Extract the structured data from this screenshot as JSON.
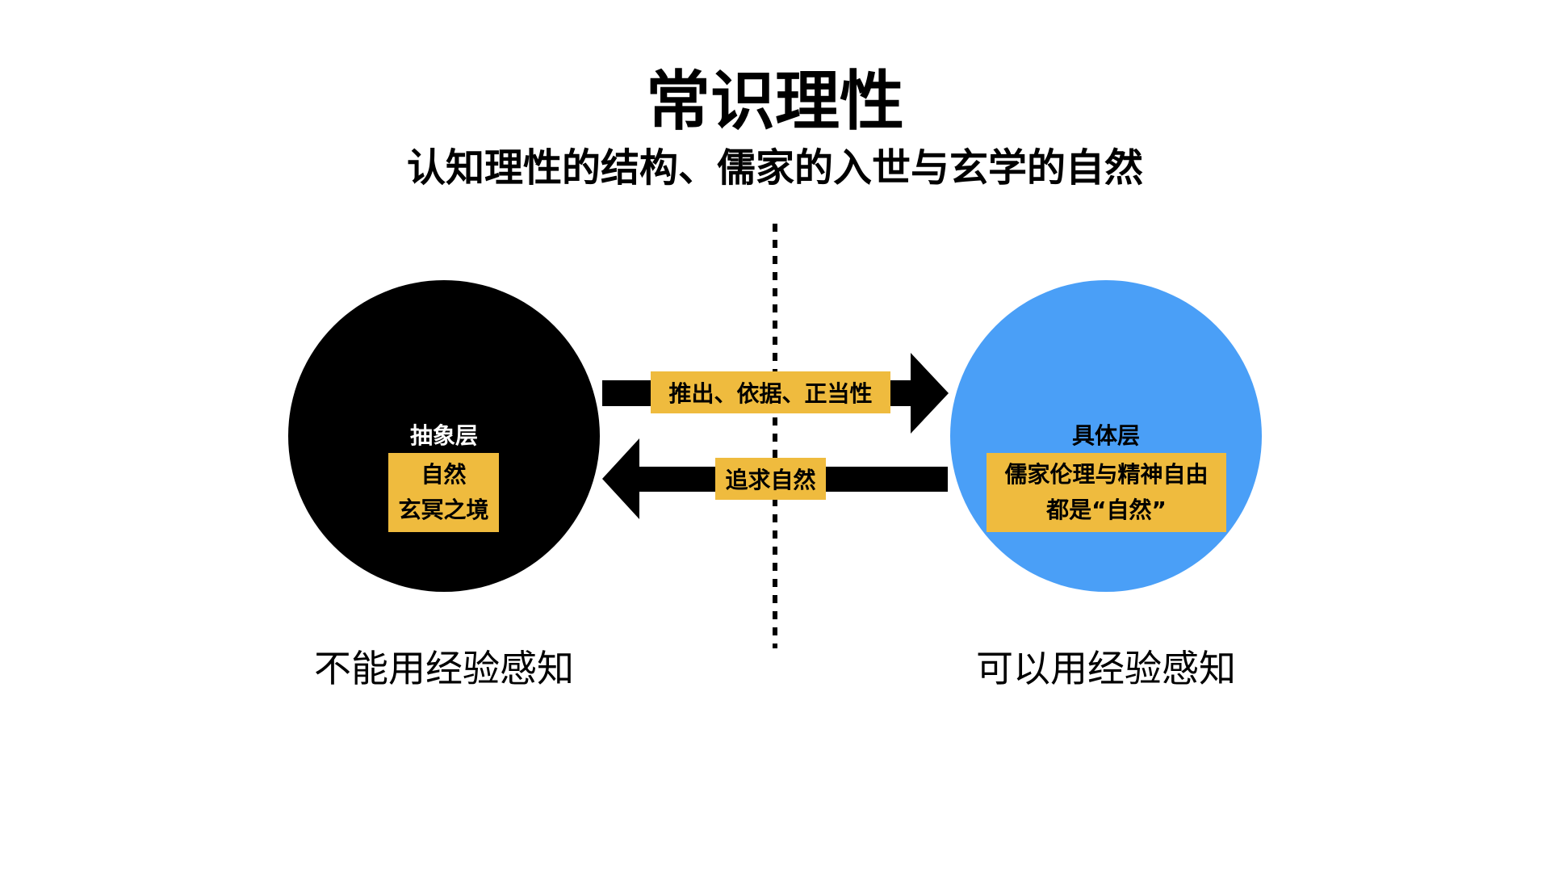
{
  "title": "常识理性",
  "subtitle": "认知理性的结构、儒家的入世与玄学的自然",
  "left_node": {
    "layer_label": "抽象层",
    "box_lines": [
      "自然",
      "玄冥之境"
    ],
    "caption": "不能用经验感知",
    "color": "#000000"
  },
  "right_node": {
    "layer_label": "具体层",
    "box_lines": [
      "儒家伦理与精神自由",
      "都是“自然”"
    ],
    "caption": "可以用经验感知",
    "color": "#4A9FF7"
  },
  "arrows": {
    "forward": {
      "label": "推出、依据、正当性",
      "direction": "right"
    },
    "backward": {
      "label": "追求自然",
      "direction": "left"
    }
  },
  "colors": {
    "highlight": "#EFBB3E",
    "abstract": "#000000",
    "concrete": "#4A9FF7"
  }
}
